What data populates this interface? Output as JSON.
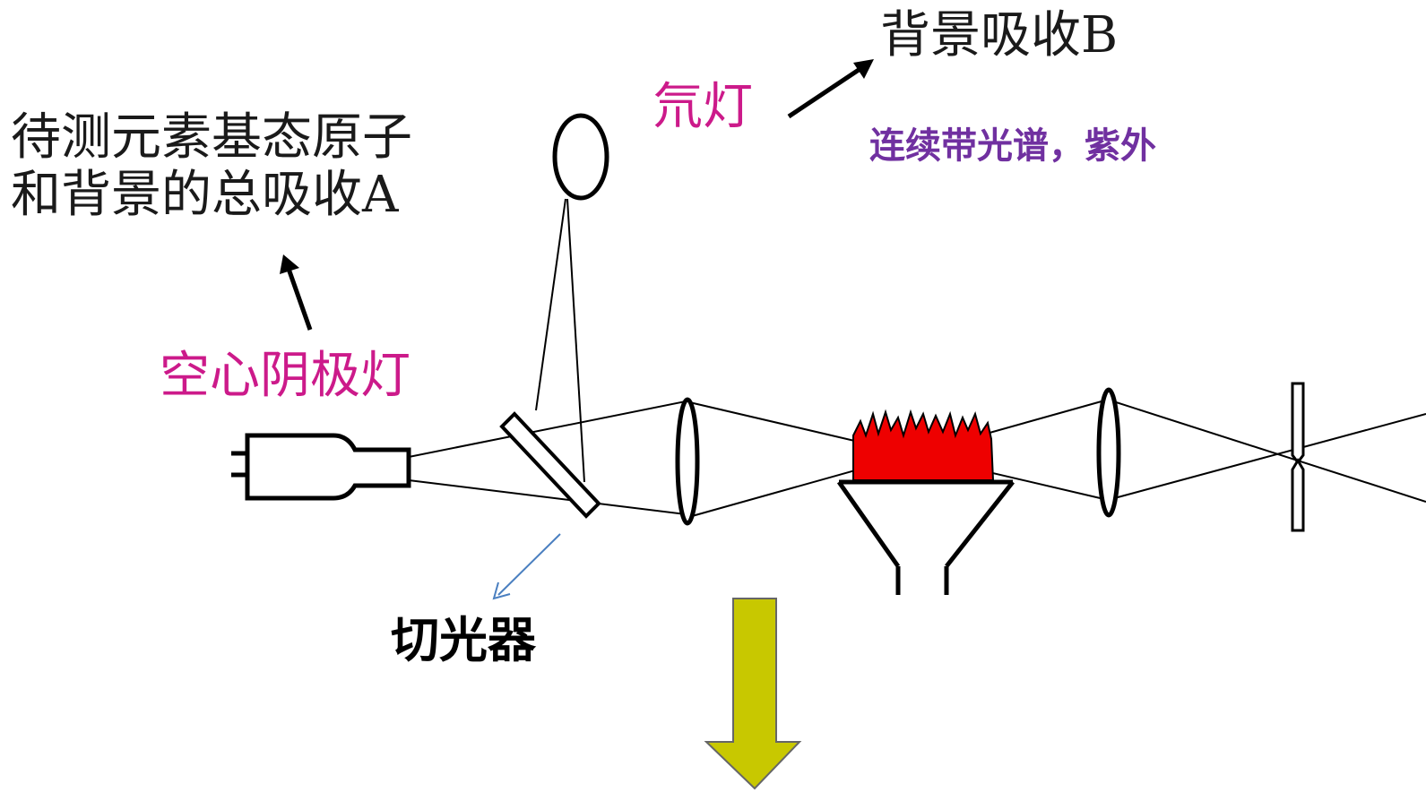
{
  "labels": {
    "total_absorption_line1": "待测元素基态原子",
    "total_absorption_line2": "和背景的总吸收A",
    "background_absorption": "背景吸收B",
    "hollow_cathode_lamp": "空心阴极灯",
    "deuterium_lamp": "氘灯",
    "continuous_spectrum": "连续带光谱，紫外",
    "chopper": "切光器"
  },
  "colors": {
    "lamp_label": "#cc1a8a",
    "continuous_label": "#7030a0",
    "flame": "#ee0000",
    "down_arrow": "#c8c800",
    "chopper_pointer": "#4a7fc0",
    "line": "#000000"
  }
}
